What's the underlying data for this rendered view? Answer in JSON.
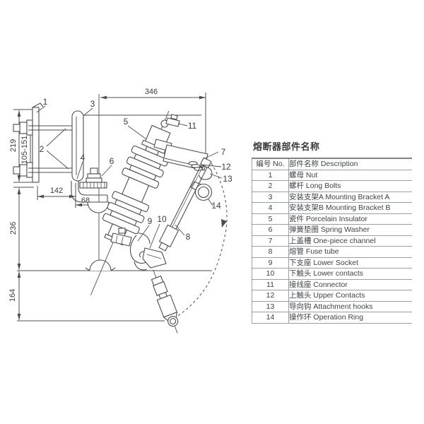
{
  "table": {
    "title": "熔断器部件名称",
    "header": {
      "no": "编号 No.",
      "desc": "部件名称 Description"
    },
    "rows": [
      {
        "no": "1",
        "desc": "螺母 Nut"
      },
      {
        "no": "2",
        "desc": "螺杆 Long Bolts"
      },
      {
        "no": "3",
        "desc": "安装支架A Mounting Bracket A"
      },
      {
        "no": "4",
        "desc": "安装支架B Mounting Bracket B"
      },
      {
        "no": "5",
        "desc": "瓷件 Porcelain Insulator"
      },
      {
        "no": "6",
        "desc": "弹簧垫圈 Spring Washer"
      },
      {
        "no": "7",
        "desc": "上盖槽 One-piece channel"
      },
      {
        "no": "8",
        "desc": "熔管 Fuse tube"
      },
      {
        "no": "9",
        "desc": "下支座 Lower Socket"
      },
      {
        "no": "10",
        "desc": "下触头 Lower contacts"
      },
      {
        "no": "11",
        "desc": "接线座 Connector"
      },
      {
        "no": "12",
        "desc": "上触头 Upper Contacts"
      },
      {
        "no": "13",
        "desc": "导向钩 Attachment hooks"
      },
      {
        "no": "14",
        "desc": "操作环 Operation Ring"
      }
    ]
  },
  "diagram": {
    "callouts": [
      "1",
      "2",
      "3",
      "4",
      "5",
      "6",
      "7",
      "8",
      "9",
      "10",
      "11",
      "12",
      "13",
      "14"
    ],
    "dimensions": {
      "top_width": "346",
      "bracket_height": "219",
      "bolt_spacing_range": "105-151",
      "bracket_width": "142",
      "pole_offset": "68",
      "mid_height": "236",
      "lower_height": "164"
    },
    "colors": {
      "line": "#4d4d4d",
      "text": "#3c3c3c",
      "table_line": "#9aa0a2"
    }
  }
}
